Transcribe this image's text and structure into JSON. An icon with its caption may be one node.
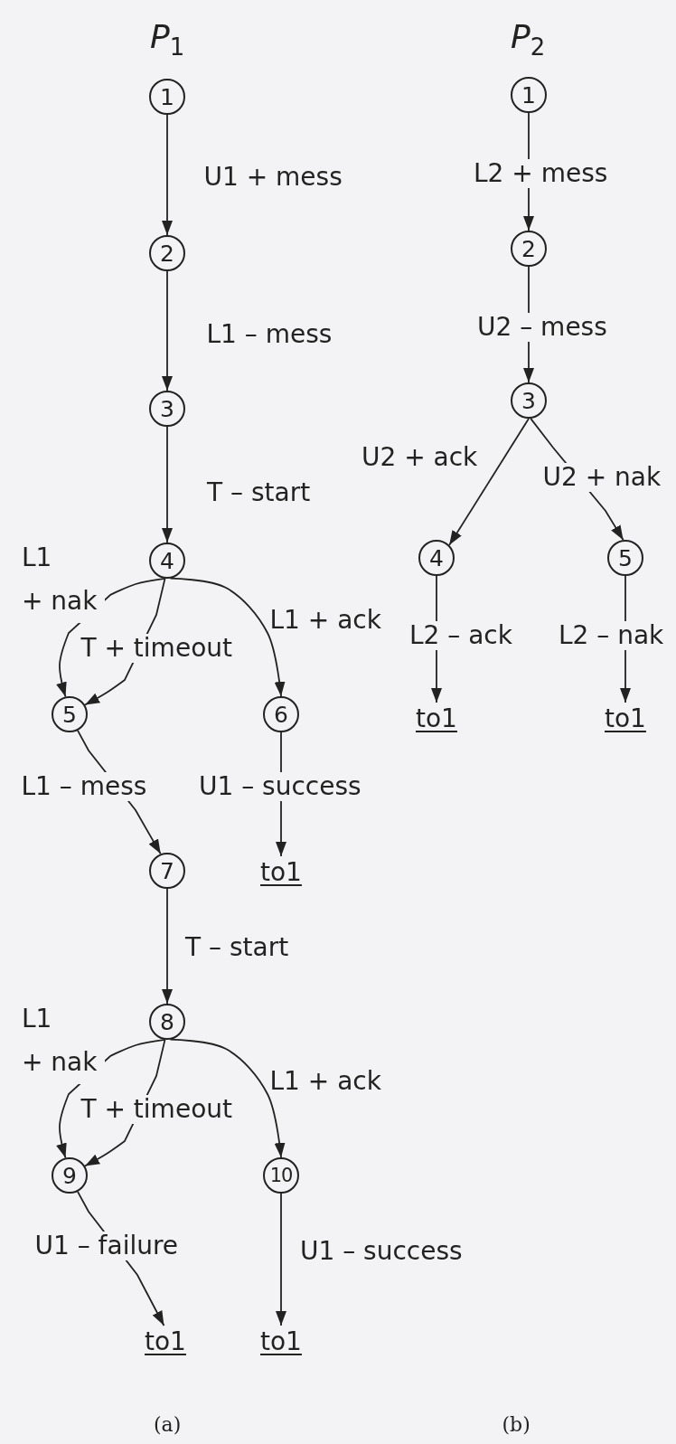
{
  "diagram": {
    "nodes": [
      {
        "text": [
          "1"
        ]
      },
      {
        "text": [
          "2"
        ]
      },
      {
        "text": [
          "3"
        ]
      },
      {
        "text": [
          "4"
        ]
      },
      {
        "text": [
          "5"
        ]
      },
      {
        "text": [
          "6"
        ]
      },
      {
        "text": [
          "7"
        ]
      },
      {
        "text": [
          "8"
        ]
      },
      {
        "text": [
          "9"
        ]
      },
      {
        "text": [
          "10"
        ]
      },
      {
        "text": [
          "to1"
        ]
      },
      {
        "text": [
          "to1"
        ]
      },
      {
        "text": [
          "to1"
        ]
      },
      {
        "text": [
          "1"
        ]
      },
      {
        "text": [
          "2"
        ]
      },
      {
        "text": [
          "3"
        ]
      },
      {
        "text": [
          "4"
        ]
      },
      {
        "text": [
          "5"
        ]
      },
      {
        "text": [
          "to1"
        ]
      },
      {
        "text": [
          "to1"
        ]
      }
    ],
    "edges": [
      {
        "from": 0,
        "to": 1,
        "arrow": "to",
        "label": "U1 + mess"
      },
      {
        "from": 1,
        "to": 2,
        "arrow": "to",
        "label": "L1 – mess"
      },
      {
        "from": 2,
        "to": 3,
        "arrow": "to",
        "label": "T – start"
      },
      {
        "from": 3,
        "to": 4,
        "arrow": "to",
        "label": "L1 + nak"
      },
      {
        "from": 3,
        "to": 4,
        "arrow": "to",
        "label": "T + timeout"
      },
      {
        "from": 3,
        "to": 5,
        "arrow": "to",
        "label": "L1 + ack"
      },
      {
        "from": 4,
        "to": 6,
        "arrow": "to",
        "label": "L1 – mess"
      },
      {
        "from": 5,
        "to": 10,
        "arrow": "to",
        "label": "U1 – success"
      },
      {
        "from": 6,
        "to": 7,
        "arrow": "to",
        "label": "T – start"
      },
      {
        "from": 7,
        "to": 8,
        "arrow": "to",
        "label": "L1 + nak"
      },
      {
        "from": 7,
        "to": 8,
        "arrow": "to",
        "label": "T + timeout"
      },
      {
        "from": 7,
        "to": 9,
        "arrow": "to",
        "label": "L1 + ack"
      },
      {
        "from": 8,
        "to": 11,
        "arrow": "to",
        "label": "U1 – failure"
      },
      {
        "from": 9,
        "to": 12,
        "arrow": "to",
        "label": "U1 – success"
      },
      {
        "from": 13,
        "to": 14,
        "arrow": "to",
        "label": "L2 + mess"
      },
      {
        "from": 14,
        "to": 15,
        "arrow": "to",
        "label": "U2 – mess"
      },
      {
        "from": 15,
        "to": 16,
        "arrow": "to",
        "label": "U2 + ack"
      },
      {
        "from": 15,
        "to": 17,
        "arrow": "to",
        "label": "U2 + nak"
      },
      {
        "from": 16,
        "to": 18,
        "arrow": "to",
        "label": "L2 – ack"
      },
      {
        "from": 17,
        "to": 19,
        "arrow": "to",
        "label": "L2 – nak"
      }
    ],
    "labels": [
      "*P*$_{1}$",
      "*P*$_{2}$",
      "(a)",
      "(b)"
    ]
  }
}
